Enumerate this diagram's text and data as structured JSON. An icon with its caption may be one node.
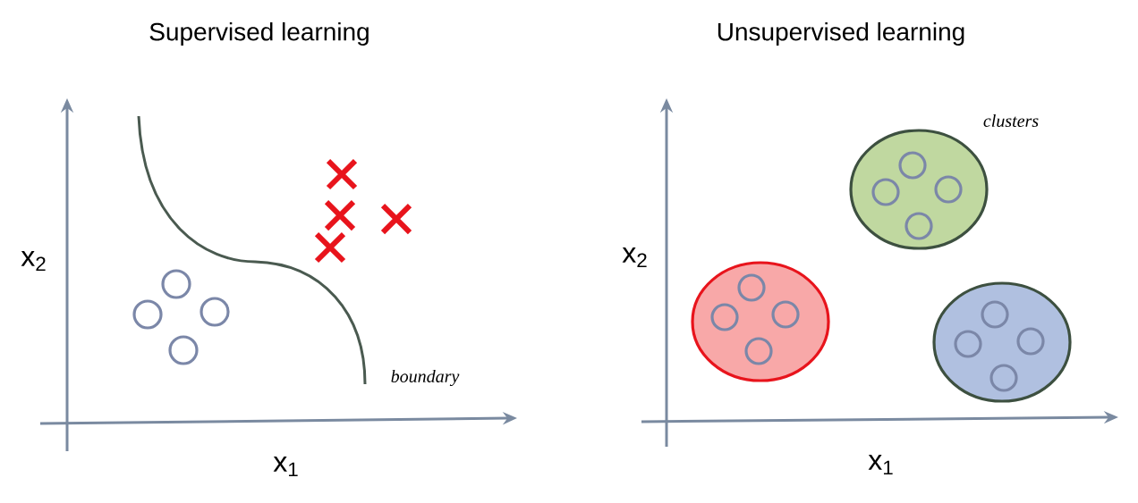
{
  "diagram": {
    "labels": [
      "Supervised learning",
      "Unsupervised learning",
      "clusters",
      "x$_{2}$",
      "x$_{2}$",
      "boundary",
      "x$_{1}$",
      "x$_{1}$"
    ]
  }
}
